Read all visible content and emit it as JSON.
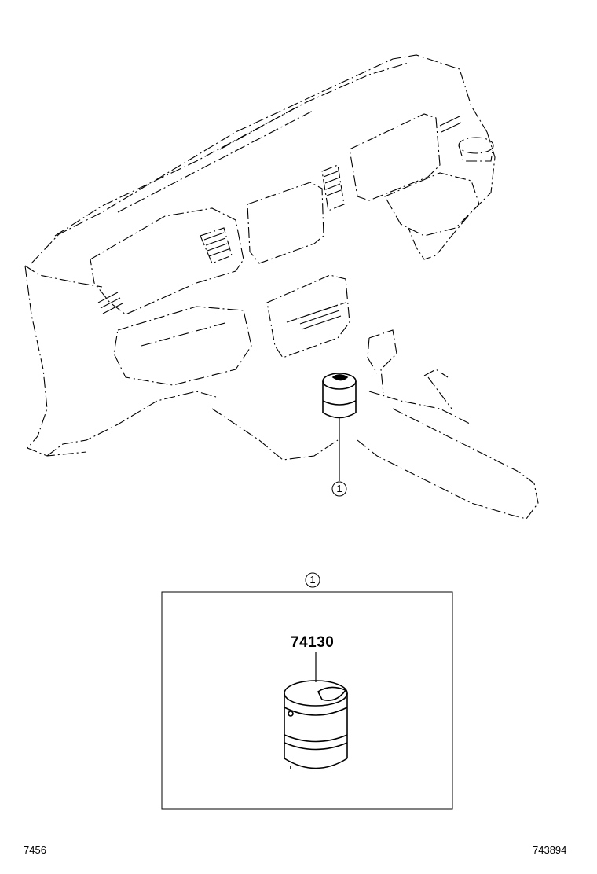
{
  "callout_number": "1",
  "detail_callout_number": "1",
  "part": {
    "number": "74130",
    "icon": "ashtray-icon"
  },
  "footer": {
    "left_code": "7456",
    "right_code": "743894"
  },
  "assembly_icon": "instrument-panel-icon"
}
